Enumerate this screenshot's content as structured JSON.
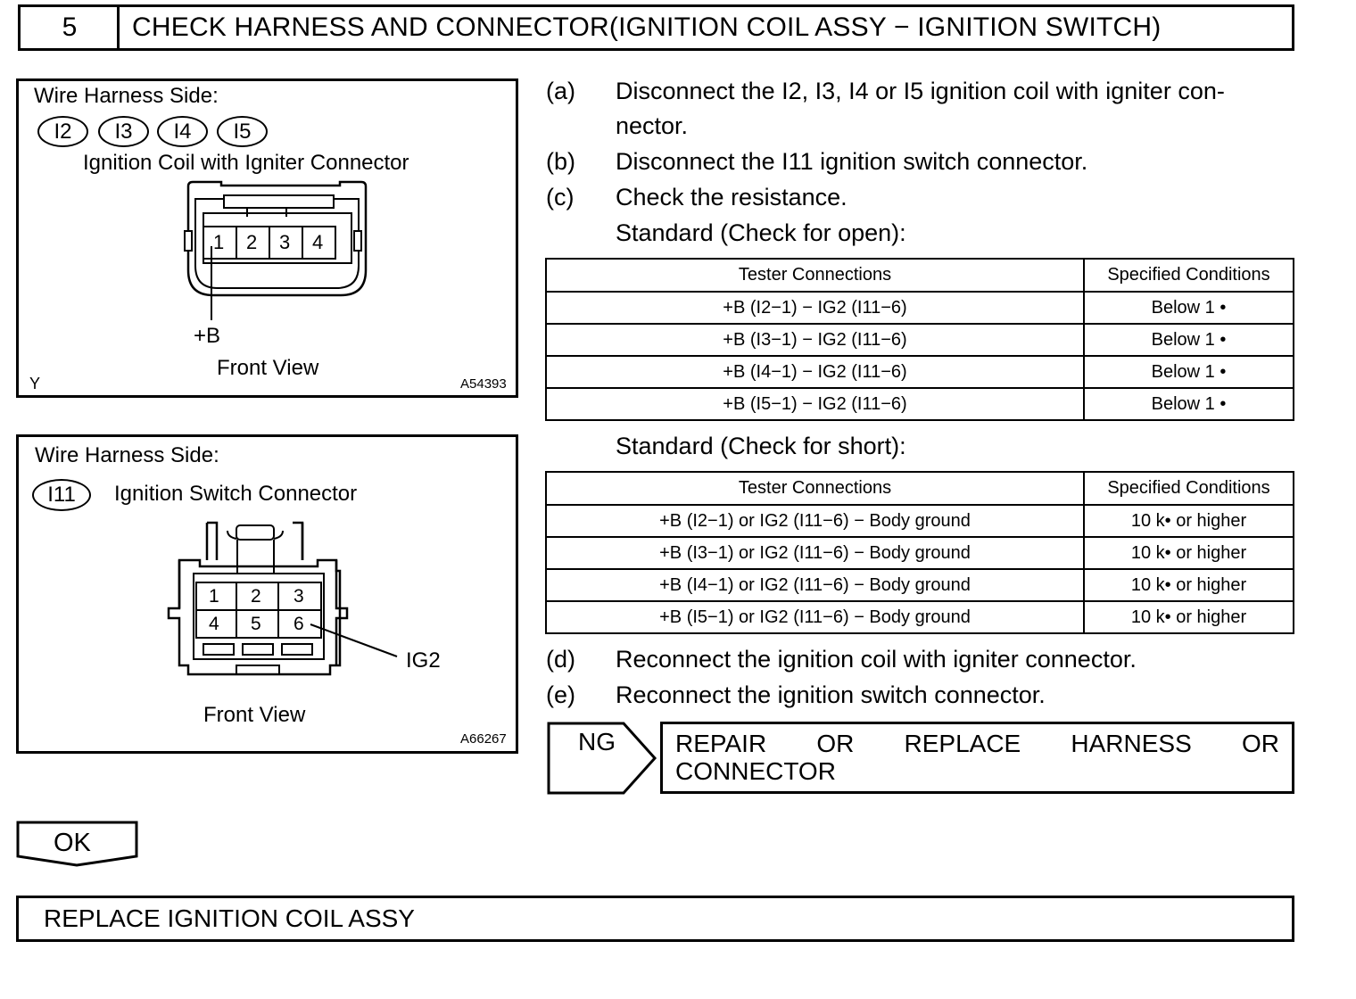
{
  "header": {
    "step_number": "5",
    "title": "CHECK HARNESS AND CONNECTOR(IGNITION COIL ASSY − IGNITION SWITCH)"
  },
  "figure1": {
    "side_label": "Wire Harness Side:",
    "connector_codes": [
      "I2",
      "I3",
      "I4",
      "I5"
    ],
    "connector_name": "Ignition Coil with Igniter Connector",
    "pins": [
      "1",
      "2",
      "3",
      "4"
    ],
    "terminal_label": "+B",
    "view_label": "Front View",
    "corner_mark": "Y",
    "figure_id": "A54393"
  },
  "figure2": {
    "side_label": "Wire Harness Side:",
    "connector_code": "I11",
    "connector_name": "Ignition Switch Connector",
    "pins": [
      "1",
      "2",
      "3",
      "4",
      "5",
      "6"
    ],
    "terminal_label": "IG2",
    "view_label": "Front View",
    "figure_id": "A66267"
  },
  "steps": {
    "a": {
      "label": "(a)",
      "line1": "Disconnect the I2, I3, I4 or I5 ignition coil with igniter con-",
      "line2": "nector."
    },
    "b": {
      "label": "(b)",
      "text": "Disconnect the I11 ignition switch connector."
    },
    "c": {
      "label": "(c)",
      "text": "Check the resistance."
    },
    "d": {
      "label": "(d)",
      "text": "Reconnect the ignition coil with igniter connector."
    },
    "e": {
      "label": "(e)",
      "text": "Reconnect the ignition switch connector."
    }
  },
  "standard_open": {
    "caption": "Standard (Check for open):",
    "headers": [
      "Tester Connections",
      "Specified Conditions"
    ],
    "rows": [
      [
        "+B (I2−1) − IG2 (I11−6)",
        "Below 1 •"
      ],
      [
        "+B (I3−1) − IG2 (I11−6)",
        "Below 1 •"
      ],
      [
        "+B (I4−1) − IG2 (I11−6)",
        "Below 1 •"
      ],
      [
        "+B (I5−1) − IG2 (I11−6)",
        "Below 1 •"
      ]
    ]
  },
  "standard_short": {
    "caption": "Standard (Check for short):",
    "headers": [
      "Tester Connections",
      "Specified Conditions"
    ],
    "rows": [
      [
        "+B (I2−1) or IG2 (I11−6) − Body ground",
        "10 k•  or higher"
      ],
      [
        "+B (I3−1) or IG2 (I11−6) − Body ground",
        "10 k•  or higher"
      ],
      [
        "+B (I4−1) or IG2 (I11−6) − Body ground",
        "10 k•  or higher"
      ],
      [
        "+B (I5−1) or IG2 (I11−6) − Body ground",
        "10 k•  or higher"
      ]
    ]
  },
  "ng": {
    "label": "NG",
    "action_words": [
      "REPAIR",
      "OR",
      "REPLACE",
      "HARNESS",
      "OR"
    ],
    "action_line2": "CONNECTOR"
  },
  "ok": {
    "label": "OK"
  },
  "final": {
    "text": "REPLACE IGNITION COIL ASSY"
  }
}
